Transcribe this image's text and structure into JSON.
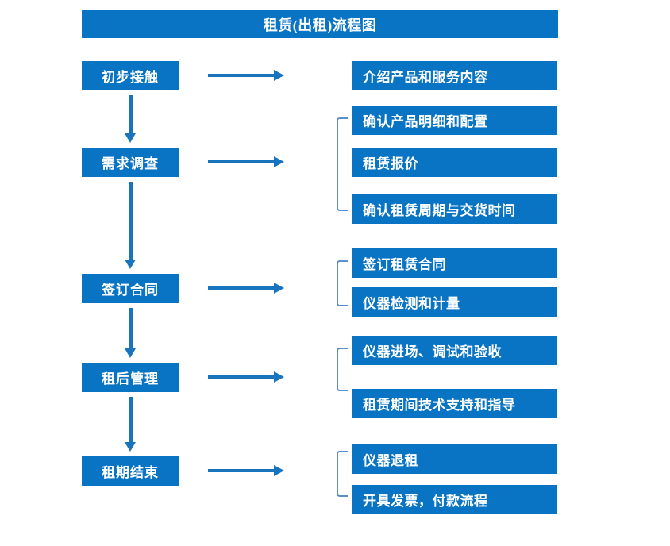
{
  "diagram": {
    "title": "租赁(出租)流程图",
    "colors": {
      "box_fill": "#0a74c4",
      "box_text": "#ffffff",
      "arrow": "#1874bc",
      "bracket": "#5b8fc9",
      "background": "#ffffff"
    },
    "stages": [
      {
        "id": "stage-1",
        "label": "初步接触"
      },
      {
        "id": "stage-2",
        "label": "需求调查"
      },
      {
        "id": "stage-3",
        "label": "签订合同"
      },
      {
        "id": "stage-4",
        "label": "租后管理"
      },
      {
        "id": "stage-5",
        "label": "租期结束"
      }
    ],
    "details": [
      {
        "id": "detail-1-1",
        "label": "介绍产品和服务内容"
      },
      {
        "id": "detail-2-1",
        "label": "确认产品明细和配置"
      },
      {
        "id": "detail-2-2",
        "label": "租赁报价"
      },
      {
        "id": "detail-2-3",
        "label": "确认租赁周期与交货时间"
      },
      {
        "id": "detail-3-1",
        "label": "签订租赁合同"
      },
      {
        "id": "detail-3-2",
        "label": "仪器检测和计量"
      },
      {
        "id": "detail-4-1",
        "label": "仪器进场、调试和验收"
      },
      {
        "id": "detail-4-2",
        "label": "租赁期间技术支持和指导"
      },
      {
        "id": "detail-5-1",
        "label": "仪器退租"
      },
      {
        "id": "detail-5-2",
        "label": "开具发票，付款流程"
      }
    ],
    "flow_connectors": {
      "horizontal_arrow_count": 5,
      "vertical_arrow_count": 4,
      "bracket_count": 4
    }
  }
}
